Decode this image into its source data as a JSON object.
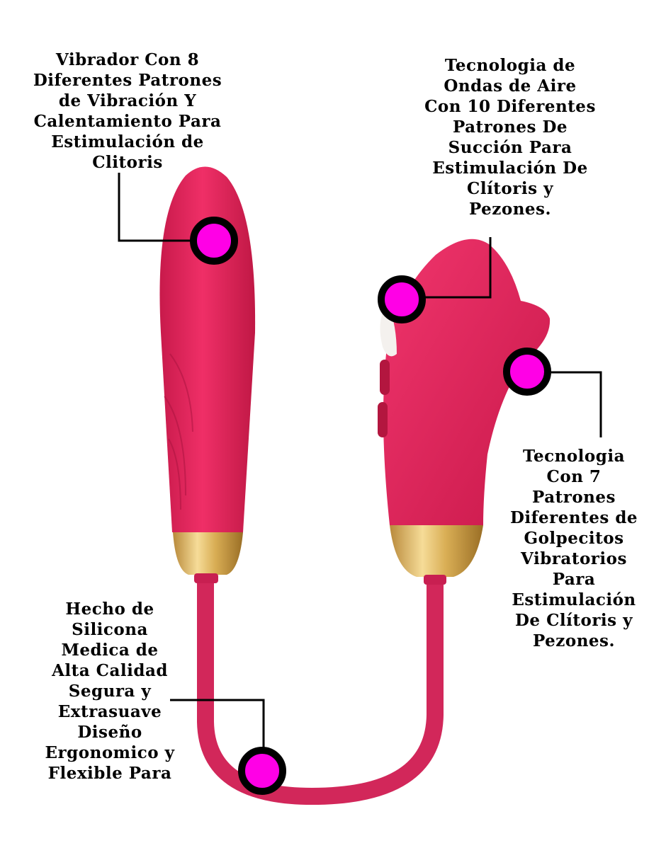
{
  "colors": {
    "product_pink": "#e0245e",
    "product_shadow": "#b3153f",
    "gold_cap": "#e6c06a",
    "marker_fill": "#ff00e6",
    "marker_ring": "#000000",
    "leader_line": "#000000",
    "text": "#000000",
    "background": "#ffffff"
  },
  "icons": {
    "vibrator": "bullet-vibrator-icon",
    "suction": "air-pulse-head-icon",
    "marker": "callout-dot-icon"
  },
  "callouts": {
    "vibrator": {
      "lines": [
        "Vibrador Con 8",
        "Diferentes Patrones",
        "de Vibración Y",
        "Calentamiento Para",
        "Estimulación de",
        "Clitoris"
      ]
    },
    "air_waves": {
      "lines": [
        "Tecnologia de",
        "Ondas de Aire",
        "Con 10 Diferentes",
        "Patrones De",
        "Succión Para",
        "Estimulación De",
        "Clítoris y",
        "Pezones."
      ]
    },
    "tapping": {
      "lines": [
        "Tecnologia",
        "Con 7",
        "Patrones",
        "Diferentes de",
        "Golpecitos",
        "Vibratorios",
        "Para",
        "Estimulación",
        "De Clítoris y",
        "Pezones."
      ]
    },
    "silicone": {
      "lines": [
        "Hecho de",
        "Silicona",
        "Medica de",
        "Alta Calidad",
        "Segura y",
        "Extrasuave",
        "Diseño",
        "Ergonomico y",
        "Flexible Para"
      ]
    }
  }
}
